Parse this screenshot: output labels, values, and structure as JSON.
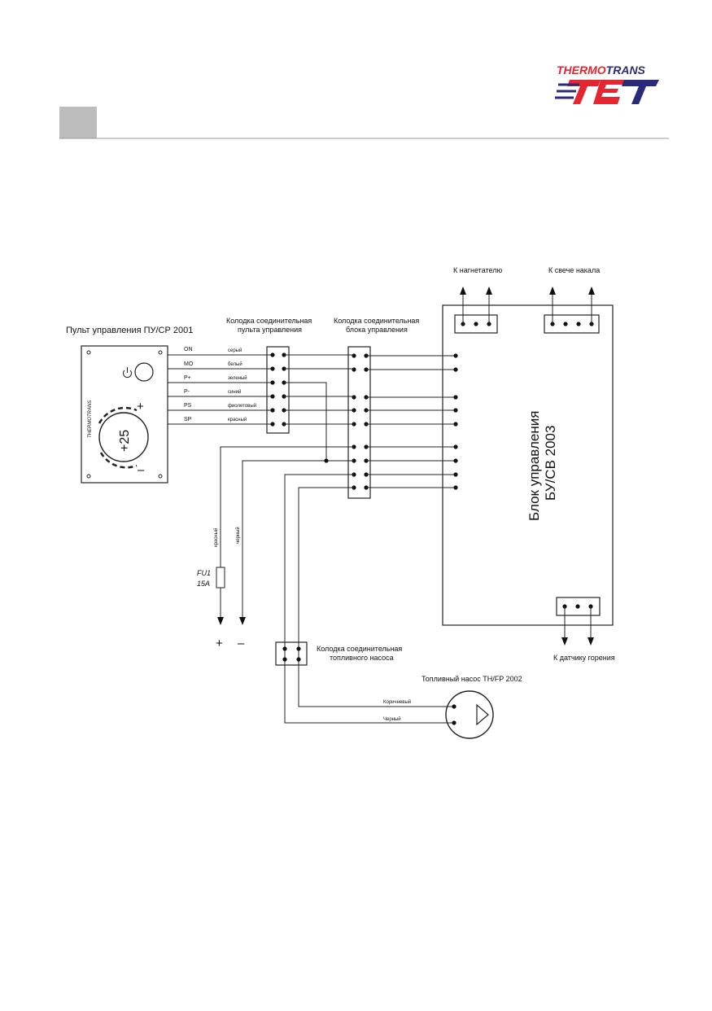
{
  "logo": {
    "text_thermo": "THERMO",
    "text_trans": "TRANS",
    "mark": "TET",
    "colors": {
      "red": "#e3262f",
      "blue": "#2b2a7a"
    }
  },
  "diagram": {
    "control_panel": {
      "title": "Пульт управления ПУ/СР 2001",
      "brand_vertical": "THERMOTRANS",
      "display_value": "+25",
      "plus": "+",
      "minus": "–",
      "power_icon": "power-icon"
    },
    "panel_connector_title": [
      "Колодка соединительная",
      "пульта управления"
    ],
    "block_connector_title": [
      "Колодка соединительная",
      "блока управления"
    ],
    "wires": [
      {
        "signal": "ON",
        "color": "серый"
      },
      {
        "signal": "MO",
        "color": "белый"
      },
      {
        "signal": "P+",
        "color": "зеленый"
      },
      {
        "signal": "P-",
        "color": "синий"
      },
      {
        "signal": "PS",
        "color": "фиолетовый"
      },
      {
        "signal": "SP",
        "color": "красный"
      }
    ],
    "power_wires": {
      "red": "красный",
      "black": "черный"
    },
    "fuse": {
      "name": "FU1",
      "rating": "15A"
    },
    "terminals": {
      "plus": "+",
      "minus": "–"
    },
    "control_unit": {
      "title_line1": "Блок управления",
      "title_line2": "БУ/СВ 2003"
    },
    "blower_label": "К нагнетателю",
    "glow_plug_label": "К свече накала",
    "flame_sensor_label": "К датчику горения",
    "pump_connector_title": [
      "Колодка соединительная",
      "топливного насоса"
    ],
    "fuel_pump": {
      "title": "Топливный насос ТН/FP 2002",
      "wire_brown": "Коричневый",
      "wire_black": "Черный"
    }
  }
}
